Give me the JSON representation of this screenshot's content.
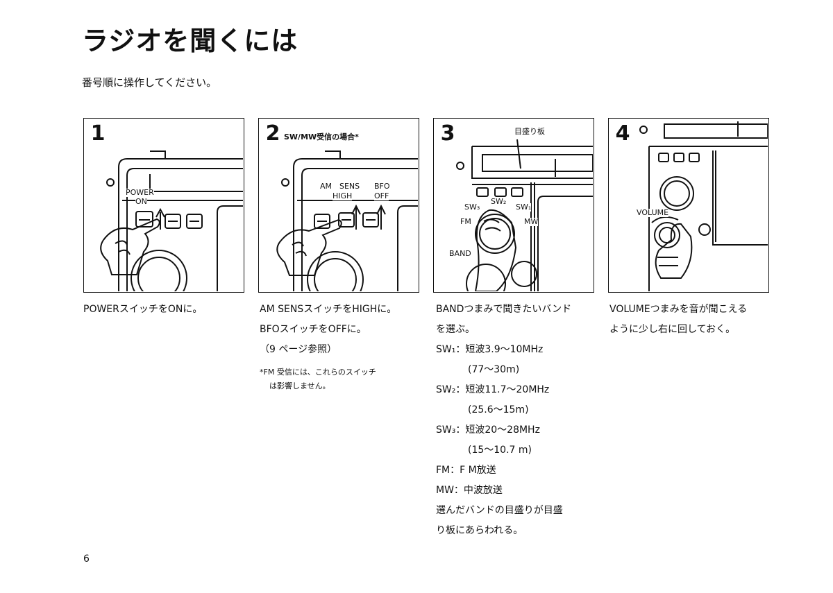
{
  "page": {
    "title": "ラジオを聞くには",
    "subtitle": "番号順に操作してください。",
    "page_number": "6"
  },
  "steps": [
    {
      "number": "1",
      "labels": {
        "power": "POWER",
        "on": "ON"
      },
      "text": [
        "POWERスイッチをONに。"
      ]
    },
    {
      "number": "2",
      "header": "SW/MW受信の場合*",
      "labels": {
        "am": "AM",
        "sens": "SENS",
        "bfo": "BFO",
        "high": "HIGH",
        "off": "OFF"
      },
      "text": [
        "AM SENSスイッチをHIGHに。",
        "BFOスイッチをOFFに。",
        "（9 ページ参照）"
      ],
      "note": [
        "*FM 受信には、これらのスイッチ",
        "は影響しません。"
      ]
    },
    {
      "number": "3",
      "header": "目盛り板",
      "labels": {
        "sw3": "SW₃",
        "sw2": "SW₂",
        "sw1": "SW₁",
        "fm": "FM",
        "mw": "MW",
        "band": "BAND"
      },
      "text": [
        "BANDつまみで聞きたいバンド",
        "を選ぶ。",
        "SW₁：短波3.9～10MHz",
        "(77～30m)",
        "SW₂：短波11.7～20MHz",
        "(25.6～15m)",
        "SW₃：短波20～28MHz",
        "(15～10.7 m)",
        "FM：F M放送",
        "MW：中波放送",
        "選んだバンドの目盛りが目盛",
        "り板にあらわれる。"
      ]
    },
    {
      "number": "4",
      "labels": {
        "volume": "VOLUME"
      },
      "text": [
        "VOLUMEつまみを音が聞こえる",
        "ように少し右に回しておく。"
      ]
    }
  ]
}
